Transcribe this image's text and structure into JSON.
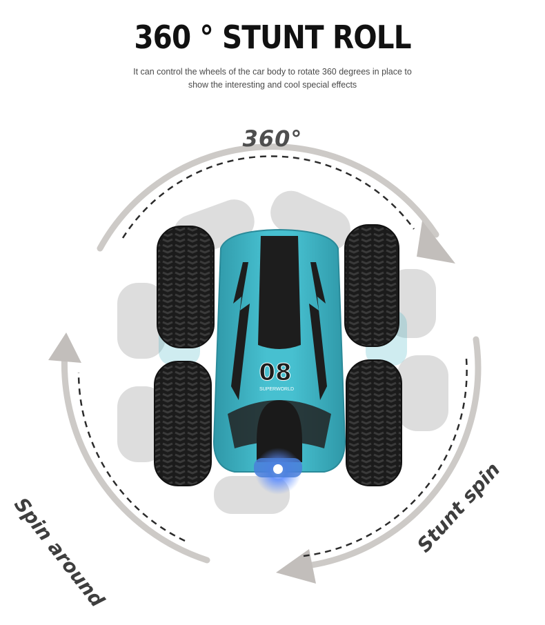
{
  "header": {
    "title": "360 ° STUNT ROLL",
    "subtitle_line1": "It can control the wheels of the car body to rotate 360 degrees in place to",
    "subtitle_line2": "show the interesting and cool special effects"
  },
  "diagram": {
    "rotation_label": "360°",
    "left_label": "Spin around",
    "right_label": "Stunt spin"
  },
  "car": {
    "number": "08",
    "brand": "SUPERWORLD",
    "body_color": "#3fb3c4",
    "light_color": "#3f7bff"
  },
  "colors": {
    "arrow_gray": "#c9c6c3",
    "dash": "#2a2a2a",
    "tire": "#1c1c1c"
  }
}
